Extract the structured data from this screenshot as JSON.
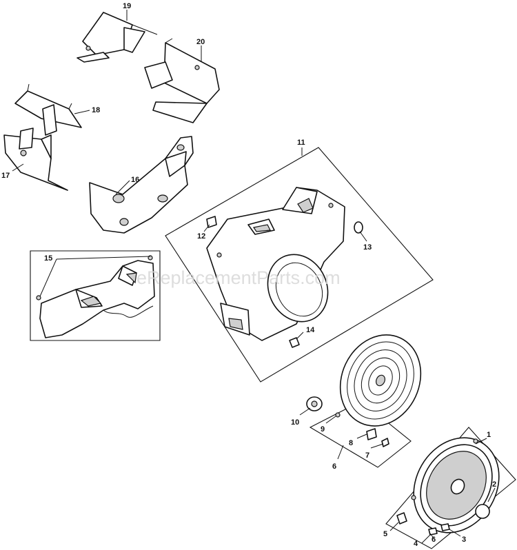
{
  "watermark": "eReplacementParts.com",
  "callouts": [
    {
      "id": "c1",
      "text": "1"
    },
    {
      "id": "c2",
      "text": "2"
    },
    {
      "id": "c3",
      "text": "3"
    },
    {
      "id": "c4",
      "text": "4"
    },
    {
      "id": "c5",
      "text": "5"
    },
    {
      "id": "c6a",
      "text": "6"
    },
    {
      "id": "c6b",
      "text": "6"
    },
    {
      "id": "c7",
      "text": "7"
    },
    {
      "id": "c8",
      "text": "8"
    },
    {
      "id": "c9",
      "text": "9"
    },
    {
      "id": "c10",
      "text": "10"
    },
    {
      "id": "c11",
      "text": "11"
    },
    {
      "id": "c12",
      "text": "12"
    },
    {
      "id": "c13",
      "text": "13"
    },
    {
      "id": "c14",
      "text": "14"
    },
    {
      "id": "c15",
      "text": "15"
    },
    {
      "id": "c16",
      "text": "16"
    },
    {
      "id": "c17",
      "text": "17"
    },
    {
      "id": "c18",
      "text": "18"
    },
    {
      "id": "c19",
      "text": "19"
    },
    {
      "id": "c20",
      "text": "20"
    }
  ]
}
